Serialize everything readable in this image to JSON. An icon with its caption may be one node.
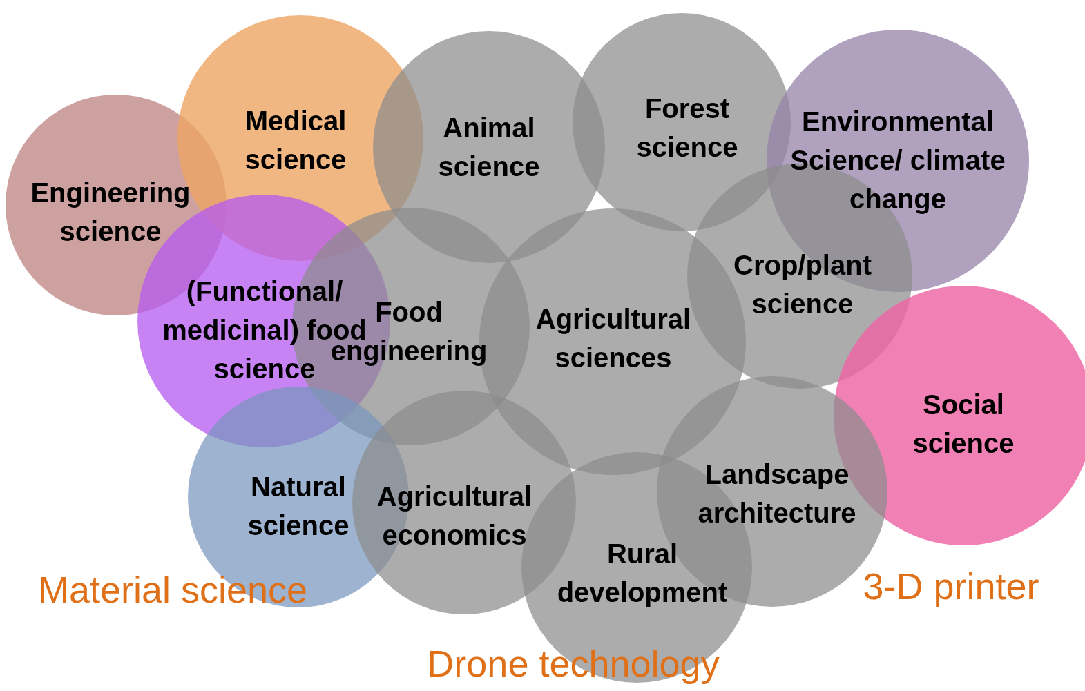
{
  "diagram": {
    "nodes": [
      {
        "text": [
          "Engineering science"
        ]
      },
      {
        "text": [
          "Medical science"
        ]
      },
      {
        "text": [
          "Animal science"
        ]
      },
      {
        "text": [
          "Forest science"
        ]
      },
      {
        "text": [
          "Environmental Science/ climate change"
        ]
      },
      {
        "text": [
          "Crop/plant science"
        ]
      },
      {
        "text": [
          "(Functional/ medicinal) food science"
        ]
      },
      {
        "text": [
          "Food engineering"
        ]
      },
      {
        "text": [
          "Agricultural sciences"
        ]
      },
      {
        "text": [
          "Social science"
        ]
      },
      {
        "text": [
          "Natural science"
        ]
      },
      {
        "text": [
          "Agricultural economics"
        ]
      },
      {
        "text": [
          "Landscape architecture"
        ]
      },
      {
        "text": [
          "Rural development"
        ]
      }
    ],
    "edges": [],
    "labels": [
      "Material science",
      "3-D printer",
      "Drone technology"
    ]
  }
}
